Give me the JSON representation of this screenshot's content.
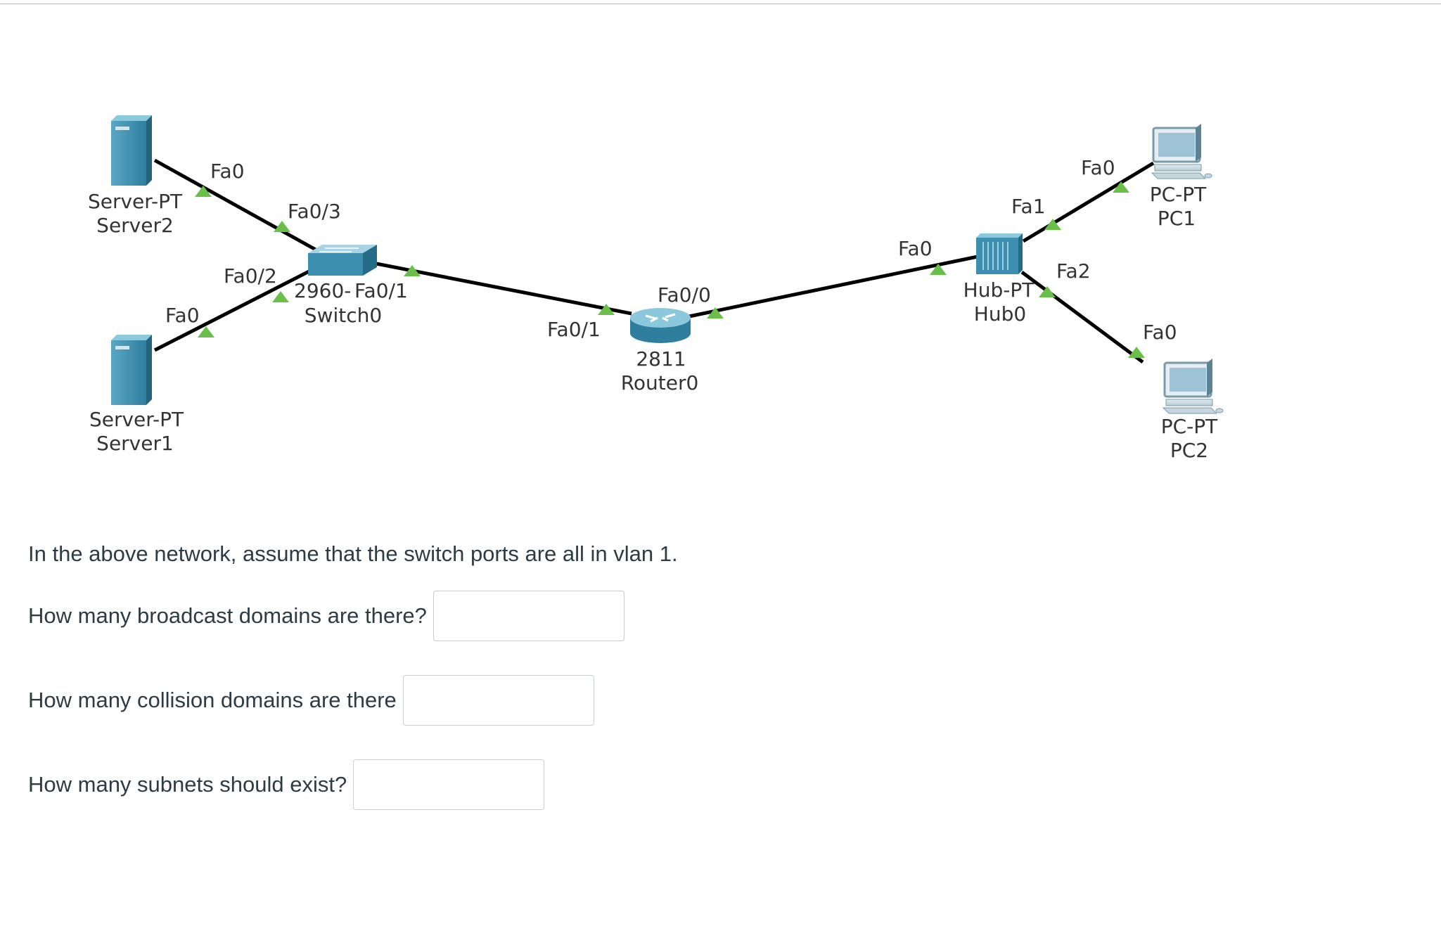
{
  "diagram": {
    "links": {
      "server2_switch": {
        "a_port": "Fa0",
        "b_port": "Fa0/3"
      },
      "server1_switch": {
        "a_port": "Fa0",
        "b_port": "Fa0/2"
      },
      "switch_router": {
        "a_port": "Fa0/1",
        "b_port": "Fa0/1"
      },
      "router_hub": {
        "a_port": "Fa0/0",
        "b_port": "Fa0"
      },
      "hub_pc1": {
        "a_port": "Fa1",
        "b_port": "Fa0"
      },
      "hub_pc2": {
        "a_port": "Fa2",
        "b_port": "Fa0"
      }
    },
    "devices": {
      "server2": {
        "model": "Server-PT",
        "name": "Server2",
        "icon": "server-icon"
      },
      "server1": {
        "model": "Server-PT",
        "name": "Server1",
        "icon": "server-icon"
      },
      "switch0": {
        "model": "2960-",
        "name": "Switch0",
        "icon": "switch-icon"
      },
      "router0": {
        "model": "2811",
        "name": "Router0",
        "icon": "router-icon"
      },
      "hub0": {
        "model": "Hub-PT",
        "name": "Hub0",
        "icon": "hub-icon"
      },
      "pc1": {
        "model": "PC-PT",
        "name": "PC1",
        "icon": "pc-icon"
      },
      "pc2": {
        "model": "PC-PT",
        "name": "PC2",
        "icon": "pc-icon"
      }
    },
    "colors": {
      "link": "#000000",
      "port_up": "#6abf4b",
      "device": "#3d8fb0"
    }
  },
  "question": {
    "intro": "In the above network, assume that the switch ports are all in vlan 1.",
    "q1": {
      "label": "How many broadcast domains are there?",
      "value": ""
    },
    "q2": {
      "label": "How many collision domains are there",
      "value": ""
    },
    "q3": {
      "label": "How many subnets should exist?",
      "value": ""
    }
  }
}
